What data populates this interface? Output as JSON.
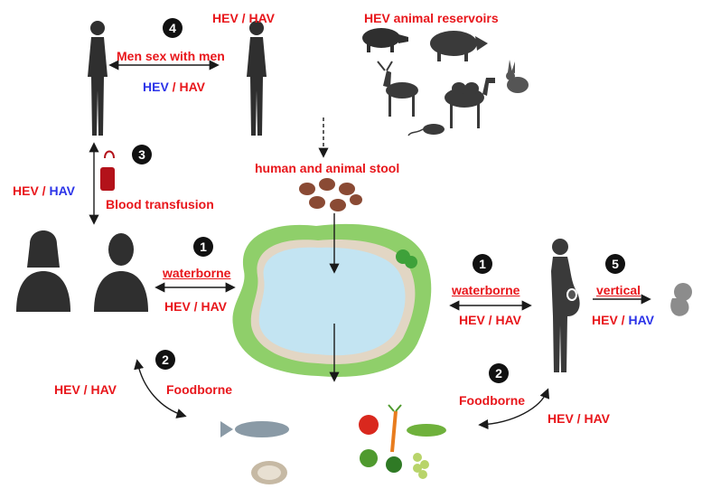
{
  "routes": {
    "r4": {
      "number": "4",
      "label": "Men sex with men",
      "virus_top": "HEV / HAV",
      "virus_bottom_hev": "HEV",
      "virus_bottom_sep": " / ",
      "virus_bottom_hav": "HAV"
    },
    "r3": {
      "number": "3",
      "label": "Blood transfusion",
      "virus_hev": "HEV",
      "virus_sep": " / ",
      "virus_hav": "HAV"
    },
    "r1_left": {
      "number": "1",
      "label": "waterborne",
      "virus": "HEV / HAV"
    },
    "r1_right": {
      "number": "1",
      "label": "waterborne",
      "virus": "HEV / HAV"
    },
    "r2_left": {
      "number": "2",
      "label": "Foodborne",
      "virus": "HEV / HAV"
    },
    "r2_right": {
      "number": "2",
      "label": "Foodborne",
      "virus": "HEV / HAV"
    },
    "r5": {
      "number": "5",
      "label": "vertical",
      "virus_hev": "HEV",
      "virus_sep": " / ",
      "virus_hav": "HAV"
    }
  },
  "reservoirs_title": "HEV animal reservoirs",
  "stool_label": "human and animal stool",
  "colors": {
    "red": "#e8161b",
    "blue": "#2b33e8",
    "silhouette": "#2f2f2f",
    "water": "#c3e4f2",
    "shore": "#8fcf6a",
    "sand": "#e2d6c4",
    "stool": "#8a4a34"
  }
}
